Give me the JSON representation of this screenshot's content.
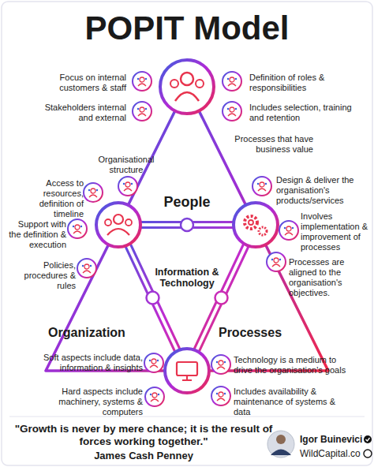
{
  "diagram": {
    "title": "POPIT Model",
    "caption": "\"Growth is never by mere chance; it is the result of forces working together.\"",
    "labels": [
      "Focus on internal customers & staff",
      "Definition of roles & responsibilities",
      "Stakeholders internal and external",
      "Includes selection, training and retention",
      "Organisational structure",
      "People",
      "Processes that have business value",
      "Access to resources, definition of timeline",
      "Design & deliver the organisation's products/services",
      "Support with the definition & execution",
      "Information & Technology",
      "Involves implementation & improvement of processes",
      "Policies, procedures & rules",
      "Processes are aligned to the organisation's objectives.",
      "Organization",
      "Processes",
      "Soft aspects include data, information & insights",
      "Technology is a medium to drive the organisation's goals",
      "Hard aspects include machinery, systems & computers",
      "Includes availability & maintenance of systems & data",
      "James Cash Penney",
      "Igor Buinevici",
      "WildCapital.co"
    ]
  }
}
